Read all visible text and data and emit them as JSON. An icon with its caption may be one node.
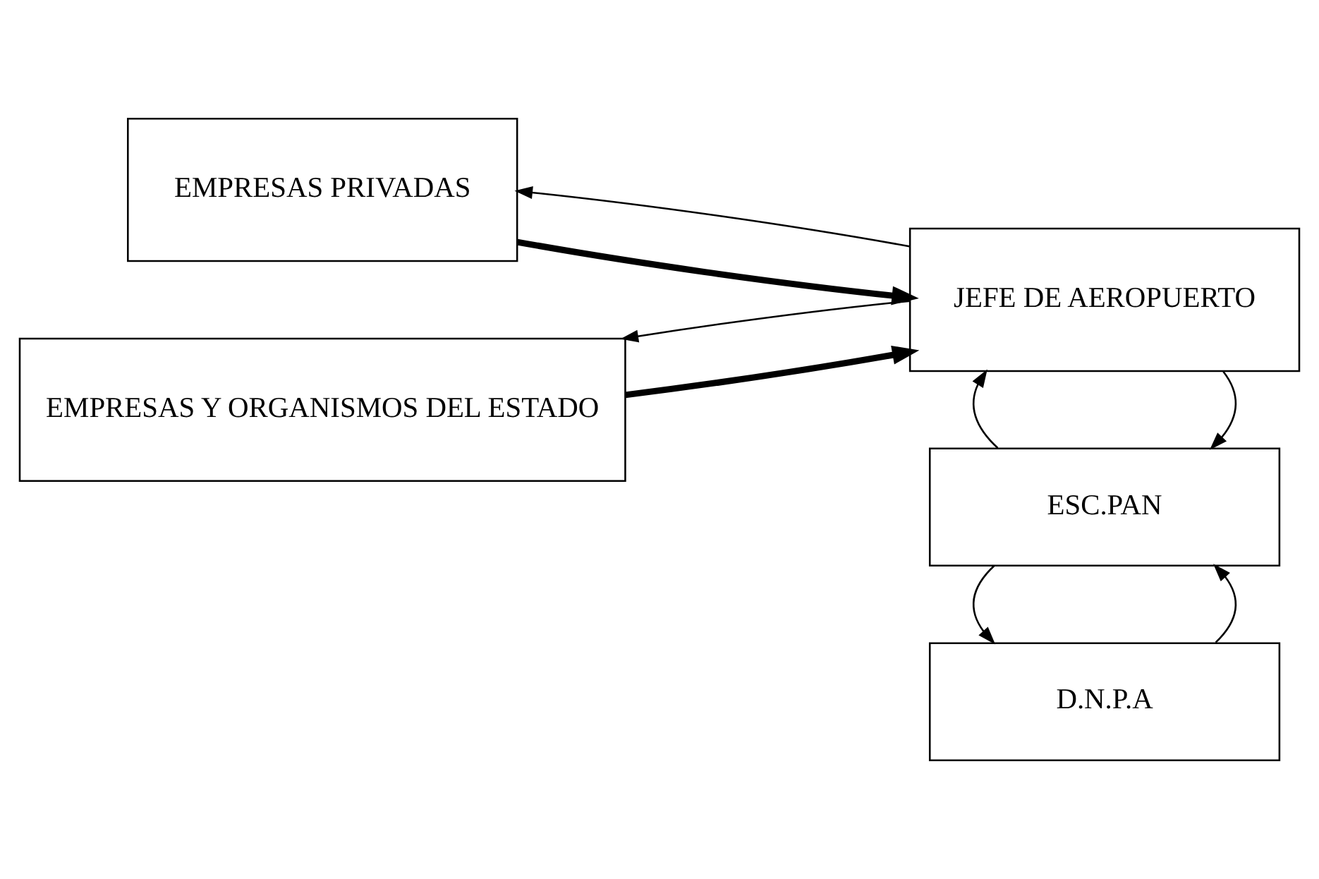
{
  "diagram": {
    "nodes": [
      {
        "text": [
          "EMPRESAS PRIVADAS"
        ]
      },
      {
        "text": [
          "JEFE DE AEROPUERTO"
        ]
      },
      {
        "text": [
          "EMPRESAS Y ORGANISMOS DEL ESTADO"
        ]
      },
      {
        "text": [
          "ESC.PAN"
        ]
      },
      {
        "text": [
          "D.N.P.A"
        ]
      }
    ],
    "edges": [
      {
        "from": 0,
        "to": 1,
        "arrow": "to",
        "style": "thick"
      },
      {
        "from": 1,
        "to": 0,
        "arrow": "to"
      },
      {
        "from": 1,
        "to": 2,
        "arrow": "to"
      },
      {
        "from": 2,
        "to": 1,
        "arrow": "to",
        "style": "thick"
      },
      {
        "from": 1,
        "to": 3,
        "arrow": "to"
      },
      {
        "from": 3,
        "to": 1,
        "arrow": "to"
      },
      {
        "from": 4,
        "to": 3,
        "arrow": "to"
      },
      {
        "from": 3,
        "to": 4,
        "arrow": "to"
      }
    ]
  }
}
